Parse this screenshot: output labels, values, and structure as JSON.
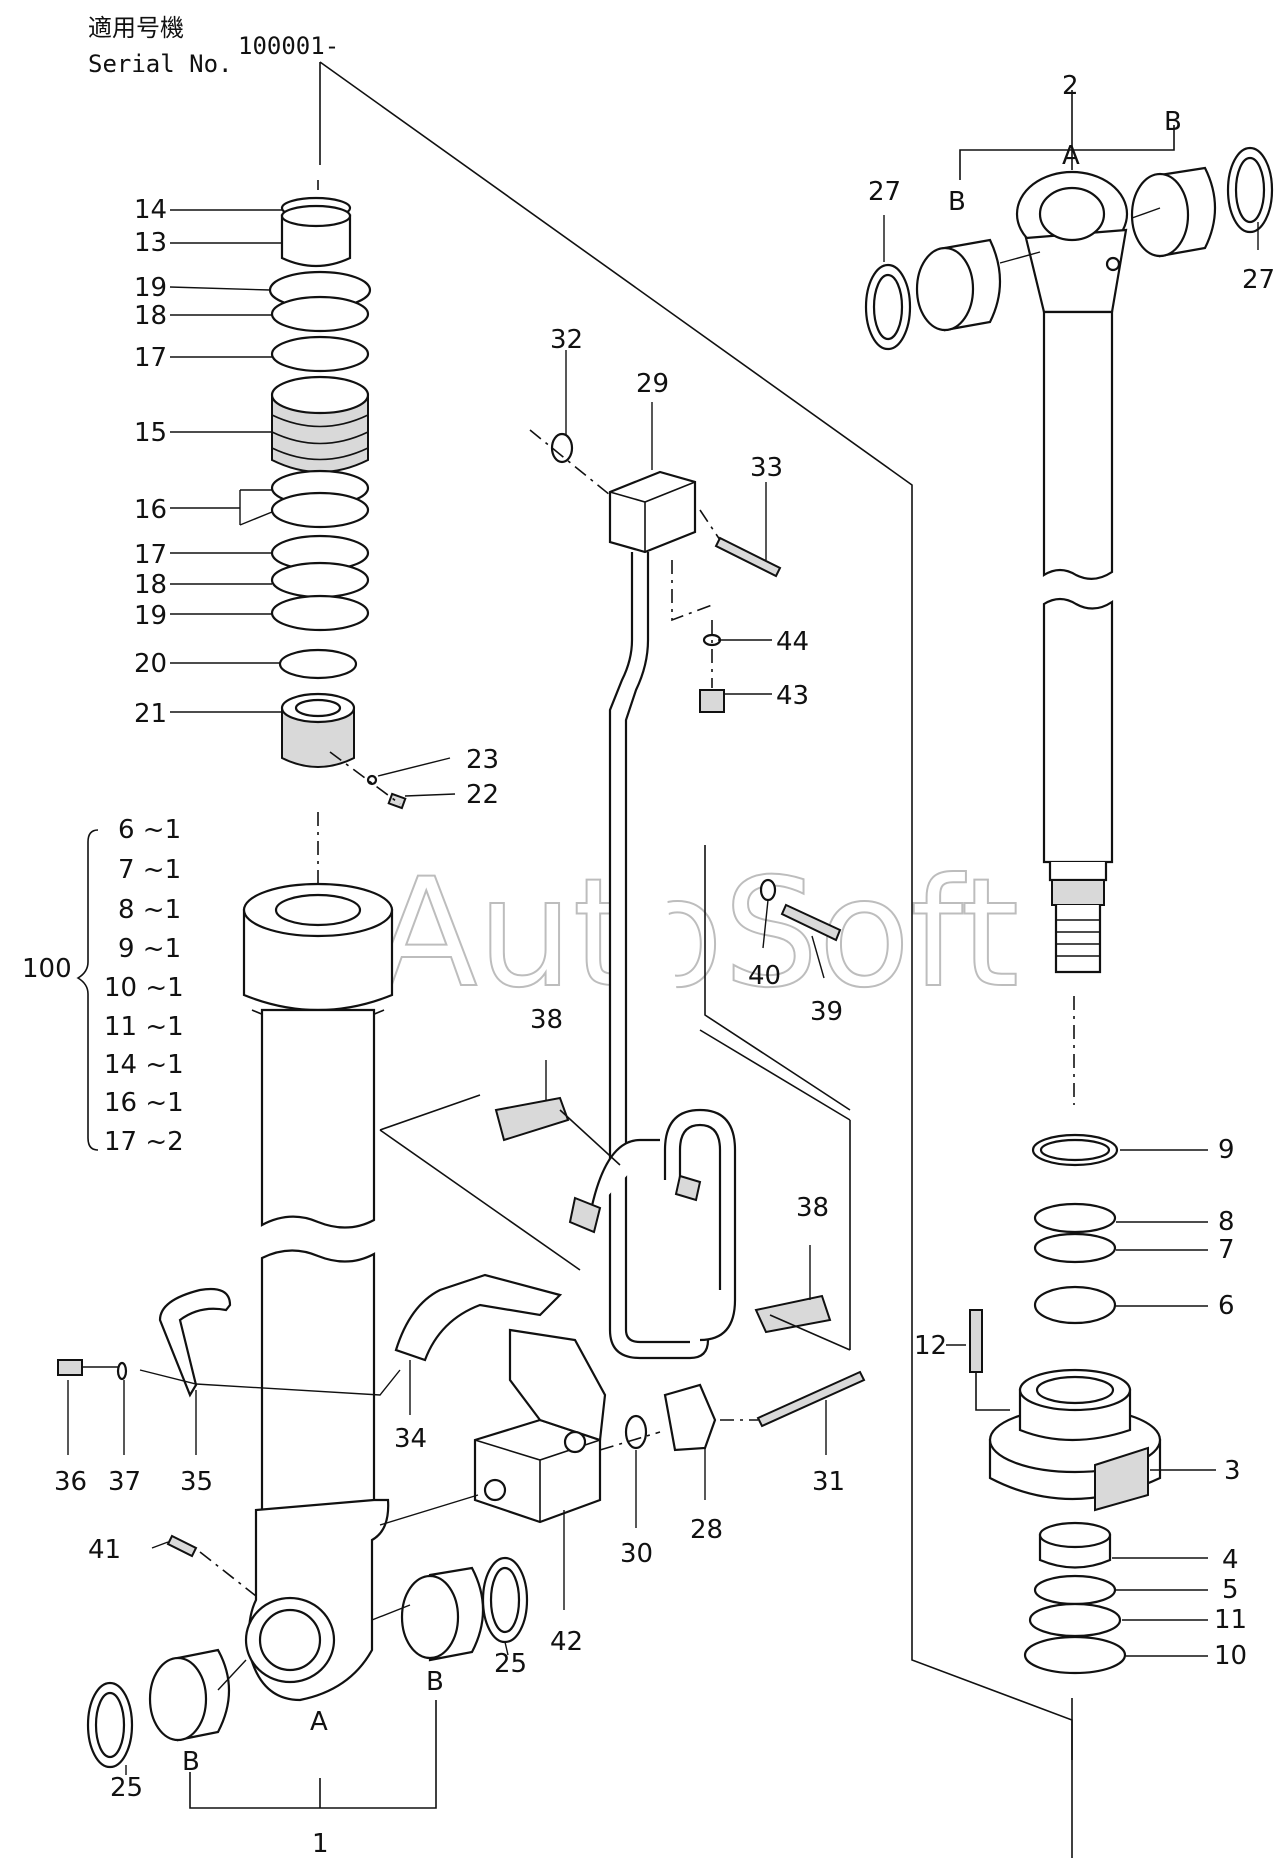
{
  "header": {
    "applicable_model": "適用号機",
    "serial_label": "Serial No.",
    "serial_range": "100001-"
  },
  "watermark": "AutoSoft",
  "assembly": {
    "label": "100",
    "kit_items": [
      "6 ~1",
      "7 ~1",
      "8 ~1",
      "9 ~1",
      "10 ~1",
      "11 ~1",
      "14 ~1",
      "16 ~1",
      "17 ~2"
    ]
  },
  "callouts": {
    "p1": "1",
    "p2": "2",
    "p3": "3",
    "p4": "4",
    "p5": "5",
    "p6": "6",
    "p7": "7",
    "p8": "8",
    "p9": "9",
    "p10": "10",
    "p11": "11",
    "p12": "12",
    "p13": "13",
    "p14": "14",
    "p15": "15",
    "p16": "16",
    "p17a": "17",
    "p17b": "17",
    "p18a": "18",
    "p18b": "18",
    "p19a": "19",
    "p19b": "19",
    "p20": "20",
    "p21": "21",
    "p22": "22",
    "p23": "23",
    "p25a": "25",
    "p25b": "25",
    "p27a": "27",
    "p27b": "27",
    "p28": "28",
    "p29": "29",
    "p30": "30",
    "p31": "31",
    "p32": "32",
    "p33": "33",
    "p34": "34",
    "p35": "35",
    "p36": "36",
    "p37": "37",
    "p38a": "38",
    "p38b": "38",
    "p39": "39",
    "p40": "40",
    "p41": "41",
    "p42": "42",
    "p43": "43",
    "p44": "44"
  },
  "markers": {
    "a_bottom": "A",
    "b_bottom_left": "B",
    "b_bottom_right": "B",
    "a_top": "A",
    "b_top_left": "B",
    "b_top_right": "B"
  }
}
